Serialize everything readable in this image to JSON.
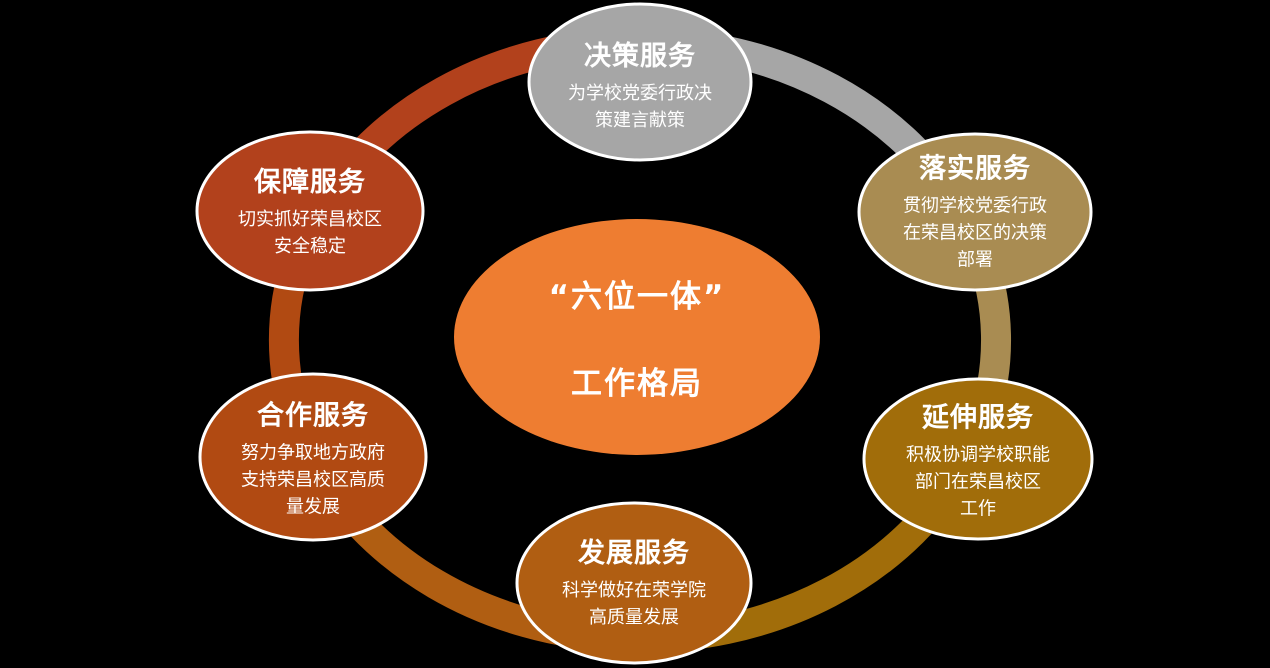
{
  "background_color": "#000000",
  "center": {
    "line1": "“六位一体”",
    "line2": "工作格局",
    "color": "#EE7D31",
    "text_color": "#FFFFFF"
  },
  "nodes": [
    {
      "id": "decision-service",
      "title": "决策服务",
      "body": "为学校党委行政决\n策建言献策",
      "color": "#A6A6A6"
    },
    {
      "id": "implementation-service",
      "title": "落实服务",
      "body": "贯彻学校党委行政\n在荣昌校区的决策\n部署",
      "color": "#A98C52"
    },
    {
      "id": "extension-service",
      "title": "延伸服务",
      "body": "积极协调学校职能\n部门在荣昌校区\n工作",
      "color": "#A16D0A"
    },
    {
      "id": "development-service",
      "title": "发展服务",
      "body": "科学做好在荣学院\n高质量发展",
      "color": "#B05E12"
    },
    {
      "id": "cooperation-service",
      "title": "合作服务",
      "body": "努力争取地方政府\n支持荣昌校区高质\n量发展",
      "color": "#B14A12"
    },
    {
      "id": "guarantee-service",
      "title": "保障服务",
      "body": "切实抓好荣昌校区\n安全稳定",
      "color": "#B2411C"
    }
  ],
  "ring": {
    "segments": [
      {
        "from": "决策服务",
        "to": "落实服务",
        "color": "#A6A6A6"
      },
      {
        "from": "落实服务",
        "to": "延伸服务",
        "color": "#A98C52"
      },
      {
        "from": "延伸服务",
        "to": "发展服务",
        "color": "#A16D0A"
      },
      {
        "from": "发展服务",
        "to": "合作服务",
        "color": "#B05E12"
      },
      {
        "from": "合作服务",
        "to": "保障服务",
        "color": "#B14A12"
      },
      {
        "from": "保障服务",
        "to": "决策服务",
        "color": "#B2411C"
      }
    ],
    "stroke_width": 30
  }
}
